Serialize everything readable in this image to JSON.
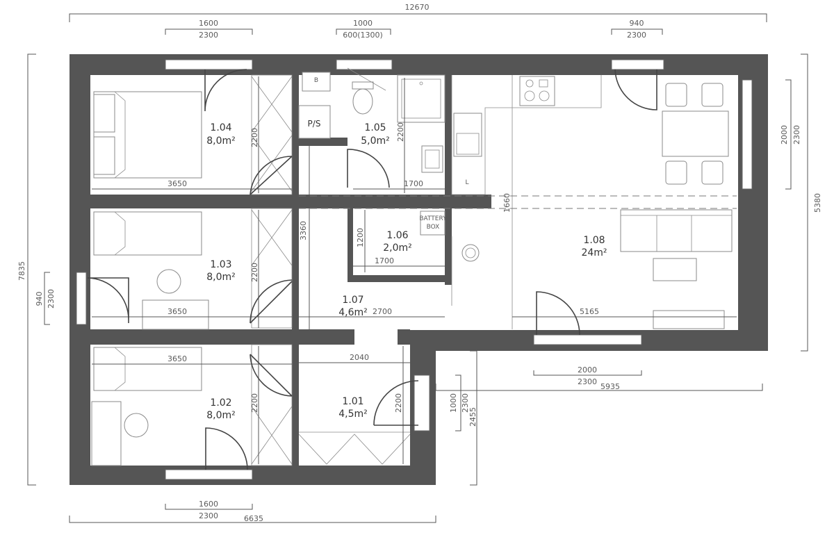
{
  "rooms": [
    {
      "number": "1.01",
      "area": "4,5m²"
    },
    {
      "number": "1.02",
      "area": "8,0m²"
    },
    {
      "number": "1.03",
      "area": "8,0m²"
    },
    {
      "number": "1.04",
      "area": "8,0m²"
    },
    {
      "number": "1.05",
      "area": "5,0m²"
    },
    {
      "number": "1.06",
      "area": "2,0m²"
    },
    {
      "number": "1.07",
      "area": "4,6m²"
    },
    {
      "number": "1.08",
      "area": "24m²"
    }
  ],
  "labels": {
    "ps": "P/S",
    "battery_line1": "BATTERY",
    "battery_line2": "BOX",
    "b": "B",
    "l": "L"
  },
  "dimensions": {
    "total_width": "12670",
    "win_top_left_w": "1600",
    "win_top_left_h": "2300",
    "win_top_mid_w": "1000",
    "win_top_mid_h": "600(1300)",
    "win_top_right_w": "940",
    "win_top_right_h": "2300",
    "right_win_w": "2000",
    "right_win_h": "2300",
    "right_depth": "5380",
    "left_depth": "7835",
    "left_win_w": "940",
    "left_win_h": "2300",
    "room104_w": "3650",
    "room104_h": "2200",
    "room105_h": "2200",
    "room105_w": "1700",
    "room103_w": "3650",
    "room103_h": "2200",
    "corridor_h": "3360",
    "room106_h": "1200",
    "room106_w": "1700",
    "corridor_w": "2700",
    "living_w": "5165",
    "living_door_h": "1660",
    "room102_w": "3650",
    "room102_h": "2200",
    "room101_w": "2040",
    "room101_h": "2200",
    "entry_door_w": "1000",
    "entry_door_h": "2300",
    "entry_depth": "2455",
    "bottom_win_w": "2000",
    "bottom_win_h": "2300",
    "right_part_w": "5935",
    "bottom_left_win_w": "1600",
    "bottom_left_win_h": "2300",
    "left_part_w": "6635"
  }
}
